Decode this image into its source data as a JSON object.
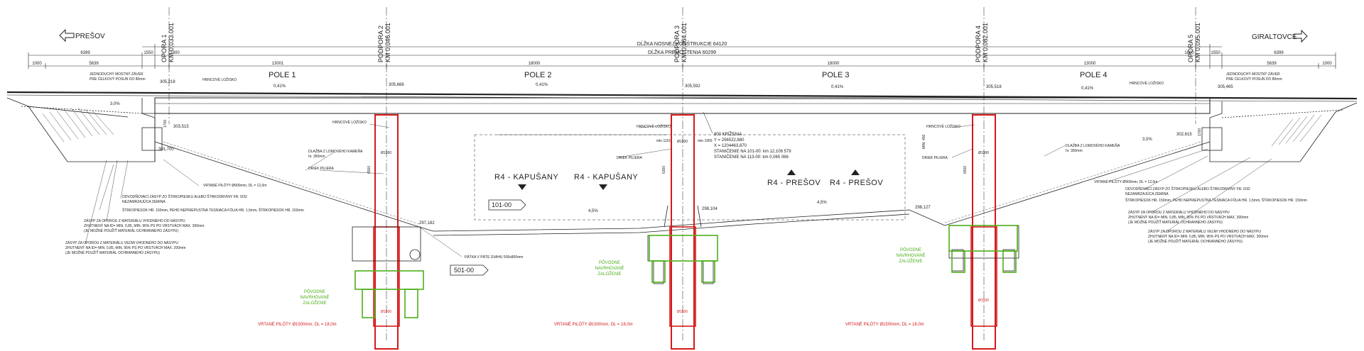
{
  "directions": {
    "left": "PREŠOV",
    "right": "GIRALTOVCE"
  },
  "supports": [
    {
      "label": "OPORA 1",
      "km": "KM 0,033.001"
    },
    {
      "label": "PODPORA 2",
      "km": "KM 0,046.001"
    },
    {
      "label": "PODPORA 3",
      "km": "KM 0,064.001"
    },
    {
      "label": "PODPORA 4",
      "km": "KM 0,082.001"
    },
    {
      "label": "OPORA 5",
      "km": "KM 0,095.001"
    }
  ],
  "dimensions": {
    "structure_length": "DĹŽKA NOSNEJ KONŠTRUKCIE 64120",
    "bridge_length": "DĹŽKA PREMOSTENIA 60299",
    "left_dims": [
      "1000",
      "5639",
      "6399",
      "1550",
      "1800"
    ],
    "right_dims": [
      "5639",
      "6399",
      "1550",
      "1000",
      "1800"
    ],
    "span_dims": [
      "13001",
      "18000",
      "18000",
      "13000"
    ]
  },
  "spans": [
    {
      "label": "POLE 1",
      "slope": "0,41%"
    },
    {
      "label": "POLE 2",
      "slope": "0,41%"
    },
    {
      "label": "POLE 3",
      "slope": "0,41%"
    },
    {
      "label": "POLE 4",
      "slope": "0,41%"
    }
  ],
  "elevations": {
    "e1": "305,218",
    "e2": "305,666",
    "e3": "305,592",
    "e4": "305,518",
    "e5": "305,465",
    "e6": "303,515",
    "e7": "301,700",
    "e8": "302,615",
    "e9": "297,182",
    "e10": "298,104",
    "e11": "298,127"
  },
  "roads": [
    {
      "label": "R4 - KAPUŠANY"
    },
    {
      "label": "R4 - KAPUŠANY"
    },
    {
      "label": "R4 - PREŠOV"
    },
    {
      "label": "R4 - PREŠOV"
    }
  ],
  "tags": {
    "tag1": "101-00",
    "tag2": "501-00"
  },
  "road_slopes": [
    "4,5%",
    "4,5%",
    "3,0%",
    "3,0%"
  ],
  "crossing": {
    "title": "800 KRÍŽENIA",
    "y": "Y = 256522,880",
    "x": "X = 1204463,870",
    "st1": "STANIČENIE NA 101-00: km 12,106 579",
    "st2": "STANIČENIE NA 113-00: km 0,065 066"
  },
  "notes_left": {
    "joint": "JEDNODUCHÝ MOSTNÝ ZÁVER",
    "joint2": "PRE CELKOVÝ POSUN DO 80mm",
    "bearing": "HRNCOVÉ LOŽISKO",
    "paving": "DLAŽBA Z LOMOVÉHO KAMEŇA",
    "paving2": "hr. 350mm",
    "pier": "DRIEK PILIERA",
    "small_piles": "VRTANÉ PILÓTY Ø900mm, DL = 12,0m",
    "drain1": "ODVODŇOVACÍ ZÁSYP ZO ŠTRKOPIESKU ALEBO ŠTRKODRVINY FR. 0/32",
    "drain2": "NEZAMRZAJÚCA ZEMINA",
    "gravel": "ŠTRKOPIESOK HR. 150mm, PEHD NEPRIEPUSTNÁ TESNIACA FÓLIA HR. 1,5mm, ŠTRKOPIESOK HR. 150mm",
    "fill1": "ZÁSYP ZA OPOROU Z MATERIÁLU VHODNÉHO DO NÁSYPU",
    "fill2": "ZHUTNENÝ NA ID= MIN. 0,85, MIN. 95% PS PO VRSTVÁCH MAX. 300mm",
    "fill3": "(JE MOŽNÉ POUŽIŤ MATERIÁL OCHRANNÉHO ZÁSYPU)",
    "fill4": "ZÁSYP ZA OPOROU Z MATERIÁLU VEĽMI VHODNÉHO DO NÁSYPU",
    "fill5": "ZHUTNENÝ NA ID= MIN. 0,85, MIN. 95% PS PO VRSTVÁCH MAX. 200mm",
    "fill6": "(JE MOŽNÉ POUŽIŤ MATERIÁL OCHRANNÉHO ZÁSYPU)",
    "footing": "PÄTKA V PÄTE SVAHU 500x800mm"
  },
  "notes_right": {
    "joint": "JEDNODUCHÝ MOSTNÝ ZÁVER",
    "joint2": "PRE CELKOVÝ POSUN DO 80mm",
    "bearing": "HRNCOVÉ LOŽISKO",
    "paving": "DLAŽBA Z LOMOVÉHO KAMEŇA",
    "paving2": "hr. 350mm",
    "pier": "DRIEK PILIERA",
    "small_piles": "VRTANÉ PILÓTY Ø900mm, DL = 12,0m",
    "drain1": "ODVODŇOVACÍ ZÁSYP ZO ŠTRKOPIESKU ALEBO ŠTRKODRVINY FR. 0/32",
    "drain2": "NEZAMRZAJÚCA ZEMINA",
    "gravel": "ŠTRKOPIESOK HR. 150mm, PEHD NEPRIEPUSTNÁ TESNIACA FÓLIA HR. 1,5mm, ŠTRKOPIESOK HR. 150mm",
    "fill1": "ZÁSYP ZA OPOROU Z MATERIÁLU VHODNÉHO DO NÁSYPU",
    "fill2": "ZHUTNENÝ NA ID= MIN. 0,85, MIN. 95% PS PO VRSTVÁCH MAX. 300mm",
    "fill3": "(JE MOŽNÉ POUŽIŤ MATERIÁL OCHRANNÉHO ZÁSYPU)",
    "fill4": "ZÁSYP ZA OPOROU Z MATERIÁLU VEĽMI VHODNÉHO DO NÁSYPU",
    "fill5": "ZHUTNENÝ NA ID= MIN. 0,85, MIN. 95% PS PO VRSTVÁCH MAX. 300mm",
    "fill6": "(JE MOŽNÉ POUŽIŤ MATERIÁL OCHRANNÉHO ZÁSYPU)"
  },
  "pier_dims": {
    "d1300": "Ø1300",
    "d1500": "Ø1500",
    "h6500": "6500",
    "h6300": "6300",
    "h1700": "1700",
    "min1116": "min.1116",
    "min1955": "min.1955",
    "min450": "MIN. 450"
  },
  "pile_labels": {
    "main": "VRTANÉ PILÓTY Ø1500mm, DL = 18,0m",
    "orig1": "PÔVODNE",
    "orig2": "NAVRHOVANÉ",
    "orig3": "ZALOŽENIE"
  },
  "colors": {
    "pile_red": "#d41a1a",
    "original_green": "#4caf1a",
    "line": "#222222"
  }
}
